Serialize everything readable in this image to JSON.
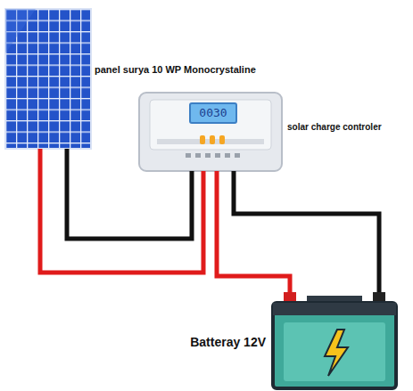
{
  "diagram": {
    "nodes": [
      {
        "text": [
          "panel surya 10 WP Monocrystaline"
        ]
      },
      {
        "text": [
          "0030",
          "solar charge controler"
        ]
      },
      {
        "text": [
          "Batteray 12V"
        ]
      }
    ],
    "edges": [
      {
        "from": 0,
        "to": 1,
        "arrow": "none"
      },
      {
        "from": 0,
        "to": 1,
        "arrow": "none"
      },
      {
        "from": 1,
        "to": 2,
        "arrow": "none"
      },
      {
        "from": 1,
        "to": 2,
        "arrow": "none"
      }
    ]
  }
}
